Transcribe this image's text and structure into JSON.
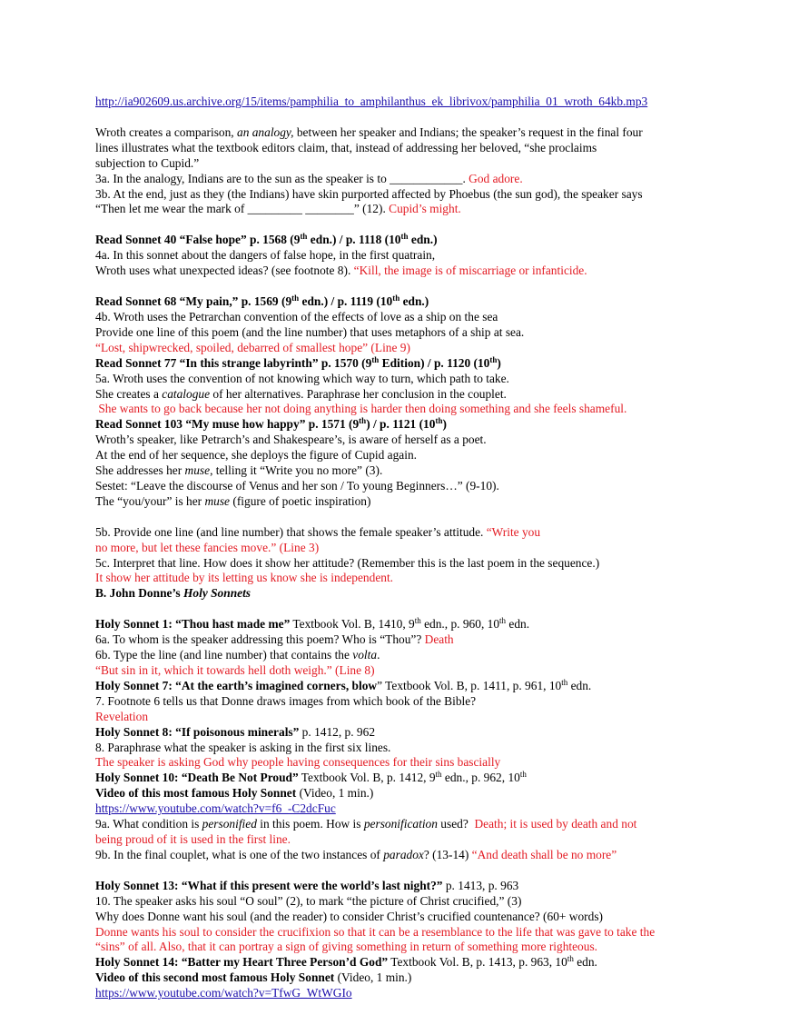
{
  "url_top": "http://ia902609.us.archive.org/15/items/pamphilia_to_amphilanthus_ek_librivox/pamphilia_01_wroth_64kb.mp3",
  "s3": {
    "p1_a": "Wroth creates a comparison, ",
    "p1_i": "an analogy,",
    "p1_b": " between her speaker and Indians; the speaker’s request in the final four",
    "p2": "lines illustrates what the textbook editors claim, that, instead of addressing her beloved, “she proclaims",
    "p3": "subjection to Cupid.”",
    "q3a": "3a. In the analogy, Indians are to the sun as the speaker is to ____________.",
    "a3a": " God adore.",
    "q3b_1": "3b. At the end, just as they (the Indians) have skin purported affected by Phoebus (the sun god), the speaker says",
    "q3b_2": "“Then let me wear the mark of _________ ________” (12).",
    "a3b": "  Cupid’s might."
  },
  "s40": {
    "h1": "Read Sonnet 40 “False hope” p. 1568 (9",
    "h_sup1": "th",
    "h2": " edn.) / p. 1118 (10",
    "h_sup2": "th",
    "h3": " edn.)",
    "q1": "4a. In this sonnet about the dangers of false hope, in the first quatrain,",
    "q2": "Wroth uses what unexpected ideas? (see footnote 8).",
    "a": " “Kill, the image is of miscarriage or infanticide."
  },
  "s68": {
    "h1": "Read Sonnet 68 “My pain,” p. 1569 (9",
    "h_sup1": "th",
    "h2": " edn.) / p. 1119 (10",
    "h_sup2": "th",
    "h3": " edn.)",
    "q1": "4b. Wroth uses the Petrarchan convention of the effects of love as a ship on the sea",
    "q2": "Provide one line of this poem (and the line number) that uses metaphors of a ship at sea.",
    "a": "“Lost, shipwrecked, spoiled, debarred of smallest hope” (Line 9)"
  },
  "s77": {
    "h1": "Read Sonnet 77 “In this strange labyrinth” p. 1570 (9",
    "h_sup1": "th",
    "h2": " Edition) / p. 1120 (10",
    "h_sup2": "th",
    "h3": ")",
    "q1": "5a. Wroth uses the convention of not knowing which way to turn, which path to take.",
    "q2_a": "She creates a ",
    "q2_i": "catalogue",
    "q2_b": " of her alternatives. Paraphrase her conclusion in the couplet.",
    "a": " She wants to go back because her not doing anything is harder then doing something and she feels shameful."
  },
  "s103": {
    "h1": "Read Sonnet 103 “My muse how happy” p. 1571 (9",
    "h_sup1": "th",
    "h2": ") / p. 1121 (10",
    "h_sup2": "th",
    "h3": ")",
    "l1": "Wroth’s speaker, like Petrarch’s and Shakespeare’s, is aware of herself as a poet.",
    "l2": "At the end of her sequence, she deploys the figure of Cupid again.",
    "l3_a": "She addresses her ",
    "l3_i": "muse",
    "l3_b": ", telling it “Write you no more” (3).",
    "l4": "Sestet: “Leave the discourse of Venus and her son / To young Beginners…” (9-10).",
    "l5_a": "The “you/your” is her ",
    "l5_i": "muse",
    "l5_b": " (figure of poetic inspiration)",
    "q5b": "5b. Provide one line (and line number) that shows the female speaker’s attitude.",
    "a5b_1": " “Write you",
    "a5b_2": "no more, but let these fancies move.” (Line 3)",
    "q5c": "5c. Interpret that line. How does it show her attitude? (Remember this is the last poem in the sequence.)",
    "a5c": "It show her attitude by its letting us know she is independent."
  },
  "donne": {
    "h_a": "B. John Donne’s ",
    "h_i": "Holy Sonnets"
  },
  "hs1": {
    "h_b": "Holy Sonnet 1: “Thou hast made me”",
    "h_r1": " Textbook Vol. B, 1410, 9",
    "h_sup1": "th",
    "h_r2": " edn., p. 960, 10",
    "h_sup2": "th",
    "h_r3": " edn.",
    "q6a": "6a. To whom is the speaker addressing this poem? Who is “Thou”?",
    "a6a": " Death",
    "q6b_a": "6b. Type the line (and line number) that contains the ",
    "q6b_i": "volta",
    "q6b_b": ".",
    "a6b": "“But sin in it, which it towards hell doth weigh.” (Line 8)"
  },
  "hs7": {
    "h_b": "Holy Sonnet 7: “At the earth’s imagined corners, blow",
    "h_r1": "” Textbook Vol. B, p. 1411, p. 961, 10",
    "h_sup": "th",
    "h_r2": " edn.",
    "q": "7. Footnote 6 tells us that Donne draws images from which book of the Bible?",
    "a": "Revelation"
  },
  "hs8": {
    "h_b": "Holy Sonnet 8: “If poisonous minerals”",
    "h_r": " p. 1412, p. 962",
    "q": "8. Paraphrase what the speaker is asking in the first six lines.",
    "a": "The speaker is asking God why people having consequences for their sins bascially"
  },
  "hs10": {
    "h_b": "Holy Sonnet 10: “Death Be Not Proud”",
    "h_r1": " Textbook Vol. B, p. 1412, 9",
    "h_sup1": "th",
    "h_r2": " edn., p. 962, 10",
    "h_sup2": "th",
    "v_b": "Video of this most famous Holy Sonnet",
    "v_r": " (Video, 1 min.)",
    "link": "https://www.youtube.com/watch?v=f6_-C2dcFuc",
    "q9a_1": "9a. What condition is ",
    "q9a_i1": "personified",
    "q9a_2": " in this poem. How is ",
    "q9a_i2": "personification",
    "q9a_3": " used?",
    "a9a_1": "  Death; it is used by death and not",
    "a9a_2": "being proud of it is used in the first line.",
    "q9b_a": "9b. In the final couplet, what is one of the two instances of ",
    "q9b_i": "paradox",
    "q9b_b": "? (13-14)",
    "a9b": " “And death shall be no more”"
  },
  "hs13": {
    "h_b": "Holy Sonnet 13: “What if this present were the world’s last night?”",
    "h_r": " p. 1413, p. 963",
    "q1": "10. The speaker asks his soul “O soul” (2), to mark “the picture of Christ crucified,” (3)",
    "q2": "Why does Donne want his soul (and the reader) to consider Christ’s crucified countenance? (60+ words)",
    "a1": "Donne wants his soul to consider the crucifixion so that it can be a resemblance to the life that was gave to take the",
    "a2": "“sins” of all. Also, that it can portray a sign of giving something in return of something more righteous."
  },
  "hs14": {
    "h_b": "Holy Sonnet 14: “Batter my Heart Three Person’d God”",
    "h_r1": " Textbook Vol. B, p. 1413, p. 963, 10",
    "h_sup": "th",
    "h_r2": " edn.",
    "v_b": "Video of this second most famous Holy Sonnet",
    "v_r": " (Video, 1 min.)",
    "link": "https://www.youtube.com/watch?v=TfwG_WtWGIo"
  }
}
